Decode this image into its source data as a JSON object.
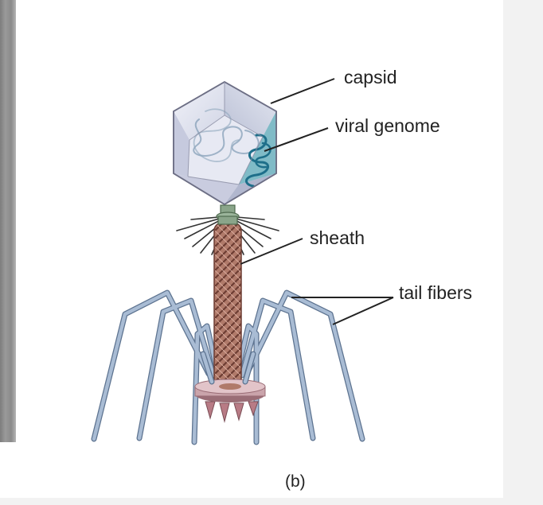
{
  "figure": {
    "panel_label": "(b)",
    "labels": {
      "capsid": "capsid",
      "viral_genome": "viral genome",
      "sheath": "sheath",
      "tail_fibers": "tail fibers"
    }
  },
  "colors": {
    "capsid_face_light": "#eef0f7",
    "capsid_face_mid": "#cfd3e4",
    "capsid_face_dark": "#b7bdd3",
    "capsid_outline": "#6d6f85",
    "genome_bg": "#7ab8c4",
    "genome_strand": "#1e6f8a",
    "collar": "#8aa58a",
    "sheath": "#b07a6a",
    "sheath_dark": "#6d3d33",
    "base_plate": "#caa4ab",
    "base_plate_dark": "#9a6d76",
    "fibers": "#a9bcd4",
    "fibers_outline": "#5d7390",
    "leader_line": "#222222"
  }
}
